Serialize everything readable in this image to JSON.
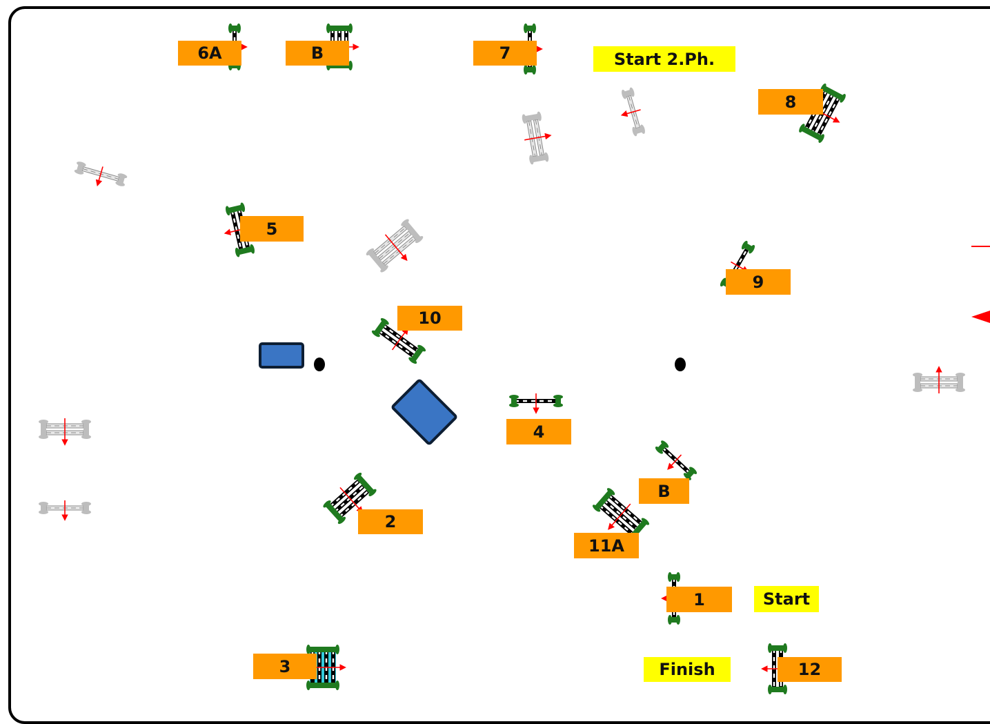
{
  "colors": {
    "number_label": "#FF9900",
    "phase_label": "#FFFF00",
    "arena_border": "#000000",
    "active_pole": "#000000",
    "active_standard": "#1f7a1f",
    "inactive_obstacle": "#bdbdbd",
    "direction_arrow": "#ff0000",
    "water_tray": "#33ccdd",
    "blue_object": "#3a75c4"
  },
  "labels": {
    "l6a": "6A",
    "l6b": "B",
    "l7": "7",
    "start2": "Start 2.Ph.",
    "l8": "8",
    "l5": "5",
    "l9": "9",
    "l10": "10",
    "l4": "4",
    "lb2": "B",
    "l2": "2",
    "l11a": "11A",
    "l1": "1",
    "start": "Start",
    "l3": "3",
    "finish": "Finish",
    "l12": "12"
  }
}
